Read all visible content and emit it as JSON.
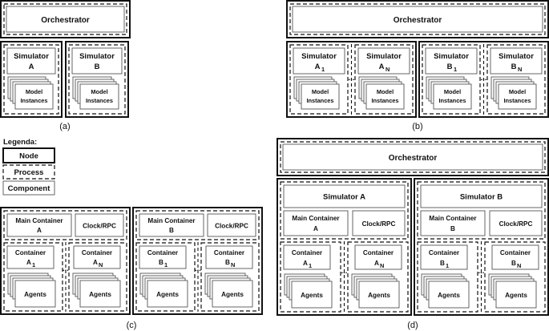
{
  "labels": {
    "orchestrator": "Orchestrator",
    "simulator": "Simulator",
    "simulator_a": "Simulator A",
    "simulator_b": "Simulator B",
    "model_instances_line1": "Model",
    "model_instances_line2": "Instances",
    "main_container": "Main Container",
    "clock_rpc": "Clock/RPC",
    "container": "Container",
    "agents": "Agents",
    "ellipsis": "...",
    "letter_a": "A",
    "letter_b": "B",
    "sub_1": "1",
    "sub_n": "N"
  },
  "legend": {
    "title": "Legenda:",
    "node": "Node",
    "process": "Process",
    "component": "Component"
  },
  "captions": {
    "a": "(a)",
    "b": "(b)",
    "c": "(c)",
    "d": "(d)"
  }
}
